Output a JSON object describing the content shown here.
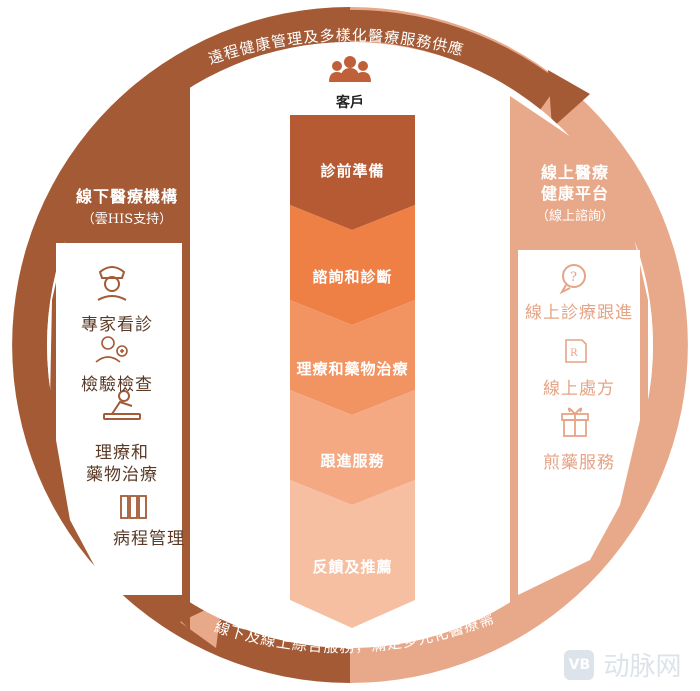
{
  "arcs": {
    "top_text": "遠程健康管理及多樣化醫療服務供應",
    "bottom_text": "線下及線上綜合服務，滿足多元化醫療需求"
  },
  "client": {
    "label": "客戶",
    "icon": "people-group-icon"
  },
  "left_panel": {
    "title": "線下醫療機構",
    "subtitle": "（雲HIS支持）",
    "items": [
      {
        "label": "專家看診",
        "icon": "doctor-icon"
      },
      {
        "label": "檢驗檢查",
        "icon": "lab-test-icon"
      },
      {
        "label_line1": "理療和",
        "label_line2": "藥物治療",
        "icon": "massage-therapy-icon"
      },
      {
        "label": "病程管理",
        "icon": "binders-icon"
      }
    ]
  },
  "right_panel": {
    "title_line1": "線上醫療",
    "title_line2": "健康平台",
    "subtitle": "（線上諮詢）",
    "items": [
      {
        "label": "線上診療跟進",
        "icon": "question-bubble-icon"
      },
      {
        "label": "線上處方",
        "icon": "prescription-icon"
      },
      {
        "label": "煎藥服務",
        "icon": "gift-icon"
      }
    ]
  },
  "steps": [
    "診前準備",
    "諮詢和診斷",
    "理療和藥物治療",
    "跟進服務",
    "反饋及推薦"
  ],
  "watermark": {
    "logo_text": "VB",
    "brand_text": "动脉网"
  },
  "colors": {
    "dark_brown": "#a14d2c",
    "ring_brown": "#a45a35",
    "light_peach": "#e8a98a",
    "step_colors": [
      "#b65a33",
      "#ee7f45",
      "#f29462",
      "#f4a983",
      "#f6bfa2"
    ]
  }
}
